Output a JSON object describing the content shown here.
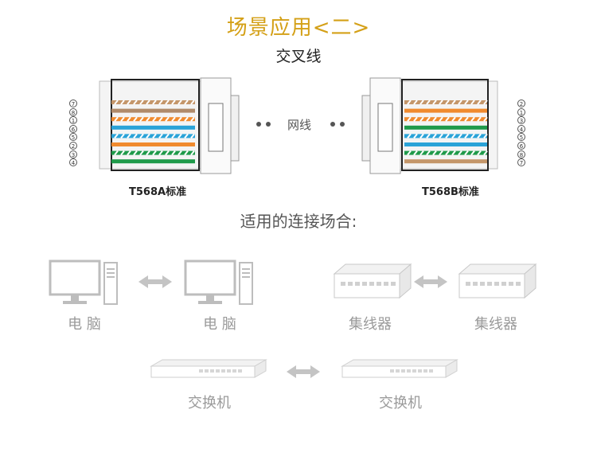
{
  "title": "场景应用<二>",
  "cable_type": "交叉线",
  "cable_label": "网线",
  "left_connector": {
    "standard": "T568A标准",
    "pin_numbers": [
      "⑦",
      "⑧",
      "①",
      "⑥",
      "⑤",
      "②",
      "③",
      "④"
    ],
    "wire_colors": [
      "#c4966a",
      "#b08a6a",
      "#f08a2e",
      "#2aa3d8",
      "#2aa3d8",
      "#f08a2e",
      "#1f9a4a",
      "#1f9a4a"
    ]
  },
  "right_connector": {
    "standard": "T568B标准",
    "pin_numbers": [
      "②",
      "①",
      "③",
      "④",
      "⑤",
      "⑥",
      "⑧",
      "⑦"
    ],
    "wire_colors": [
      "#c4966a",
      "#f08a2e",
      "#f08a2e",
      "#1f9a4a",
      "#2aa3d8",
      "#2aa3d8",
      "#1f9a4a",
      "#c4966a"
    ]
  },
  "usage_title": "适用的连接场合:",
  "connections": [
    {
      "left": "电 脑",
      "right": "电 脑",
      "left_icon": "computer-icon",
      "right_icon": "computer-icon"
    },
    {
      "left": "集线器",
      "right": "集线器",
      "left_icon": "hub-icon",
      "right_icon": "hub-icon"
    },
    {
      "left": "交换机",
      "right": "交换机",
      "left_icon": "switch-icon",
      "right_icon": "switch-icon"
    }
  ],
  "colors": {
    "title": "#d4a017",
    "device": "#c8c8c8",
    "arrow": "#c0c0c0"
  }
}
